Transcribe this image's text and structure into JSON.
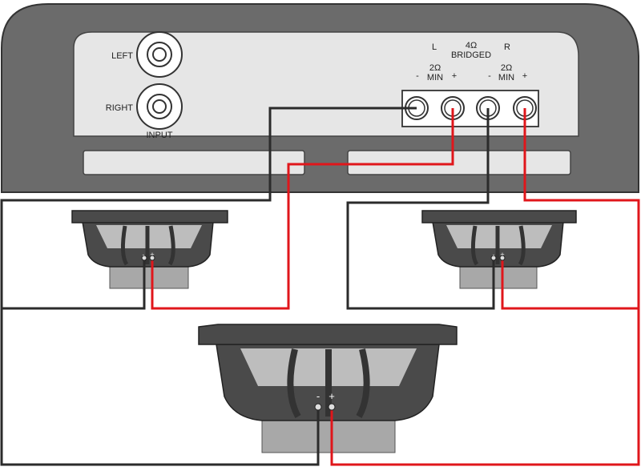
{
  "amplifier": {
    "input_labels": {
      "left": "LEFT",
      "right": "RIGHT",
      "input": "INPUT"
    },
    "output_labels": {
      "l": "L",
      "r": "R",
      "bridged_ohms": "4Ω",
      "bridged_text": "BRIDGED",
      "left_min_ohms": "2Ω",
      "left_min_text": "MIN",
      "right_min_ohms": "2Ω",
      "right_min_text": "MIN",
      "minus": "-",
      "plus": "+"
    }
  },
  "speakers": {
    "terminal_minus": "-",
    "terminal_plus": "+"
  },
  "colors": {
    "amp_body": "#6b6b6b",
    "amp_panel": "#e6e6e6",
    "wire_negative": "#2b2b2b",
    "wire_positive": "#e0161b",
    "speaker_frame": "#4a4a4a",
    "speaker_cone": "#bdbdbd",
    "magnet": "#a8a8a8"
  }
}
